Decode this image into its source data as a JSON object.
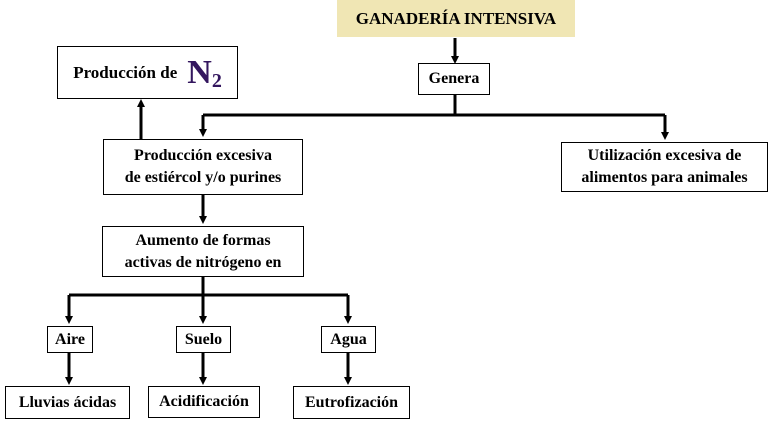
{
  "diagram": {
    "title": "GANADERÍA INTENSIVA",
    "genera": "Genera",
    "produccion_n2": {
      "label": "Producción de",
      "symbol": "N",
      "subscript": "2"
    },
    "estiercol": {
      "line1": "Producción excesiva",
      "line2": "de estiércol y/o purines"
    },
    "alimentos": {
      "line1": "Utilización excesiva de",
      "line2": "alimentos para animales"
    },
    "aumento": {
      "line1": "Aumento de formas",
      "line2": "activas de nitrógeno en"
    },
    "media": [
      "Aire",
      "Suelo",
      "Agua"
    ],
    "effects": [
      "Lluvias ácidas",
      "Acidificación",
      "Eutrofización"
    ]
  }
}
